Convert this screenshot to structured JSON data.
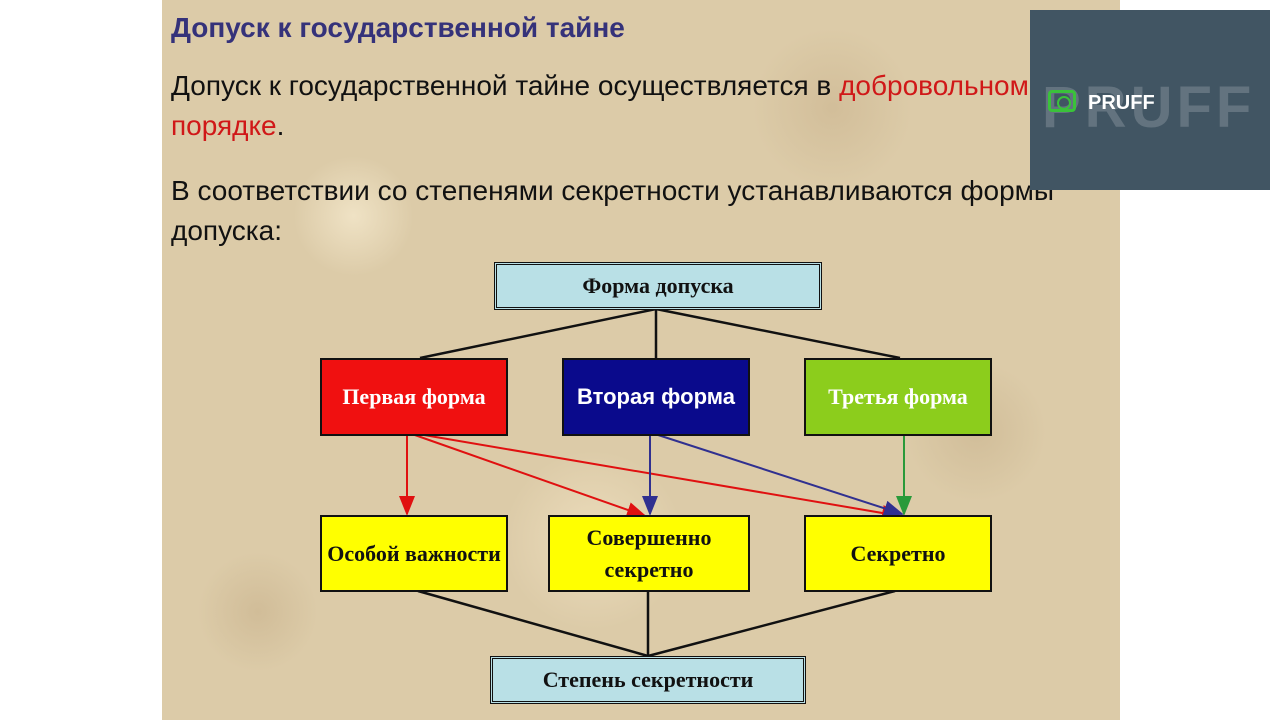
{
  "slide": {
    "title": "Допуск к государственной тайне",
    "para1_prefix": "Допуск к государственной тайне осуществляется в ",
    "para1_accent": "добровольном порядке",
    "para1_suffix": ".",
    "para2": "В соответствии со степенями секретности устанавливаются формы допуска:"
  },
  "diagram": {
    "top": "Форма допуска",
    "forms": [
      "Первая форма",
      "Вторая форма",
      "Третья форма"
    ],
    "levels": [
      "Особой важности",
      "Совершенно секретно",
      "Секретно"
    ],
    "bottom": "Степень секретности"
  },
  "colors": {
    "form1": "#f01010",
    "form2": "#0a0a8c",
    "form3": "#8ccd1c",
    "levels": "#ffff00",
    "top_bottom": "#b9e0e6",
    "title": "#35327a",
    "accent": "#d01818"
  },
  "watermark": {
    "label": "PRUFF",
    "icon": "camera-icon"
  }
}
